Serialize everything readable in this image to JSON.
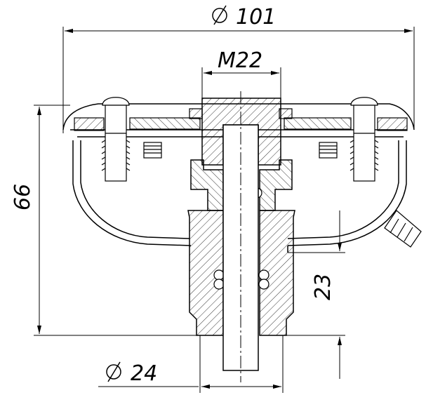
{
  "drawing": {
    "title": "",
    "dimensions": {
      "outer_diameter": "101",
      "thread": "M22",
      "height": "66",
      "bottom_offset": "23",
      "shank_diameter": "24"
    },
    "symbols": {
      "diameter": "⌀"
    }
  }
}
